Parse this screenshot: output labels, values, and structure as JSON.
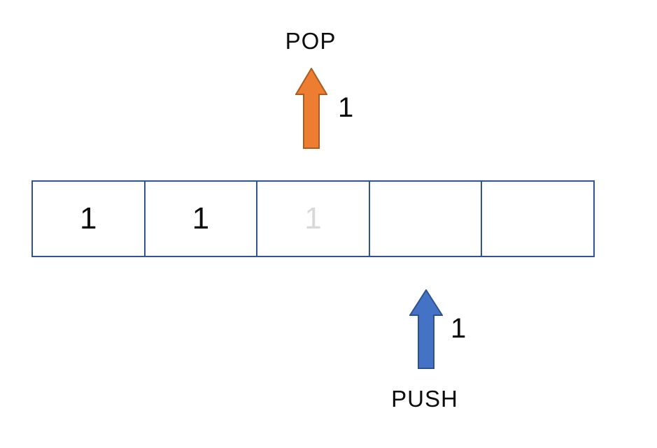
{
  "canvas": {
    "background": "#FFFFFF"
  },
  "pop": {
    "label": "POP",
    "value": "1",
    "arrow": {
      "fill": "#ED7D31",
      "stroke": "#AE5A21"
    }
  },
  "push": {
    "label": "PUSH",
    "value": "1",
    "arrow": {
      "fill": "#4472C4",
      "stroke": "#2F528F"
    }
  },
  "stack": {
    "border_color": "#2E5496",
    "value_color": "#0D0D0D",
    "ghost_value_color": "#D9D9D9",
    "cells": [
      {
        "value": "1"
      },
      {
        "value": "1"
      },
      {
        "value": "1"
      },
      {
        "value": ""
      },
      {
        "value": ""
      }
    ]
  }
}
